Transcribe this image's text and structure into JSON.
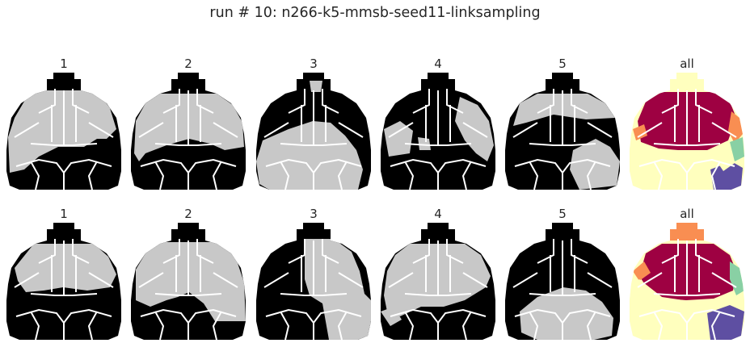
{
  "figure": {
    "title": "run # 10: n266-k5-mmsb-seed11-linksampling"
  },
  "rows": [
    {
      "panels": [
        {
          "label": "1",
          "type": "binary"
        },
        {
          "label": "2",
          "type": "binary"
        },
        {
          "label": "3",
          "type": "binary"
        },
        {
          "label": "4",
          "type": "binary"
        },
        {
          "label": "5",
          "type": "binary"
        },
        {
          "label": "all",
          "type": "cluster"
        }
      ]
    },
    {
      "panels": [
        {
          "label": "1",
          "type": "binary"
        },
        {
          "label": "2",
          "type": "binary"
        },
        {
          "label": "3",
          "type": "binary"
        },
        {
          "label": "4",
          "type": "binary"
        },
        {
          "label": "5",
          "type": "binary"
        },
        {
          "label": "all",
          "type": "cluster"
        }
      ]
    }
  ],
  "colors": {
    "membership_on": "#c8c8c8",
    "membership_off": "#000000",
    "outline": "#ffffff",
    "cluster_1": "#9e0142",
    "cluster_2": "#f98e52",
    "cluster_3": "#ffffbe",
    "cluster_4": "#89d0a4",
    "cluster_5": "#5e4fa2"
  }
}
